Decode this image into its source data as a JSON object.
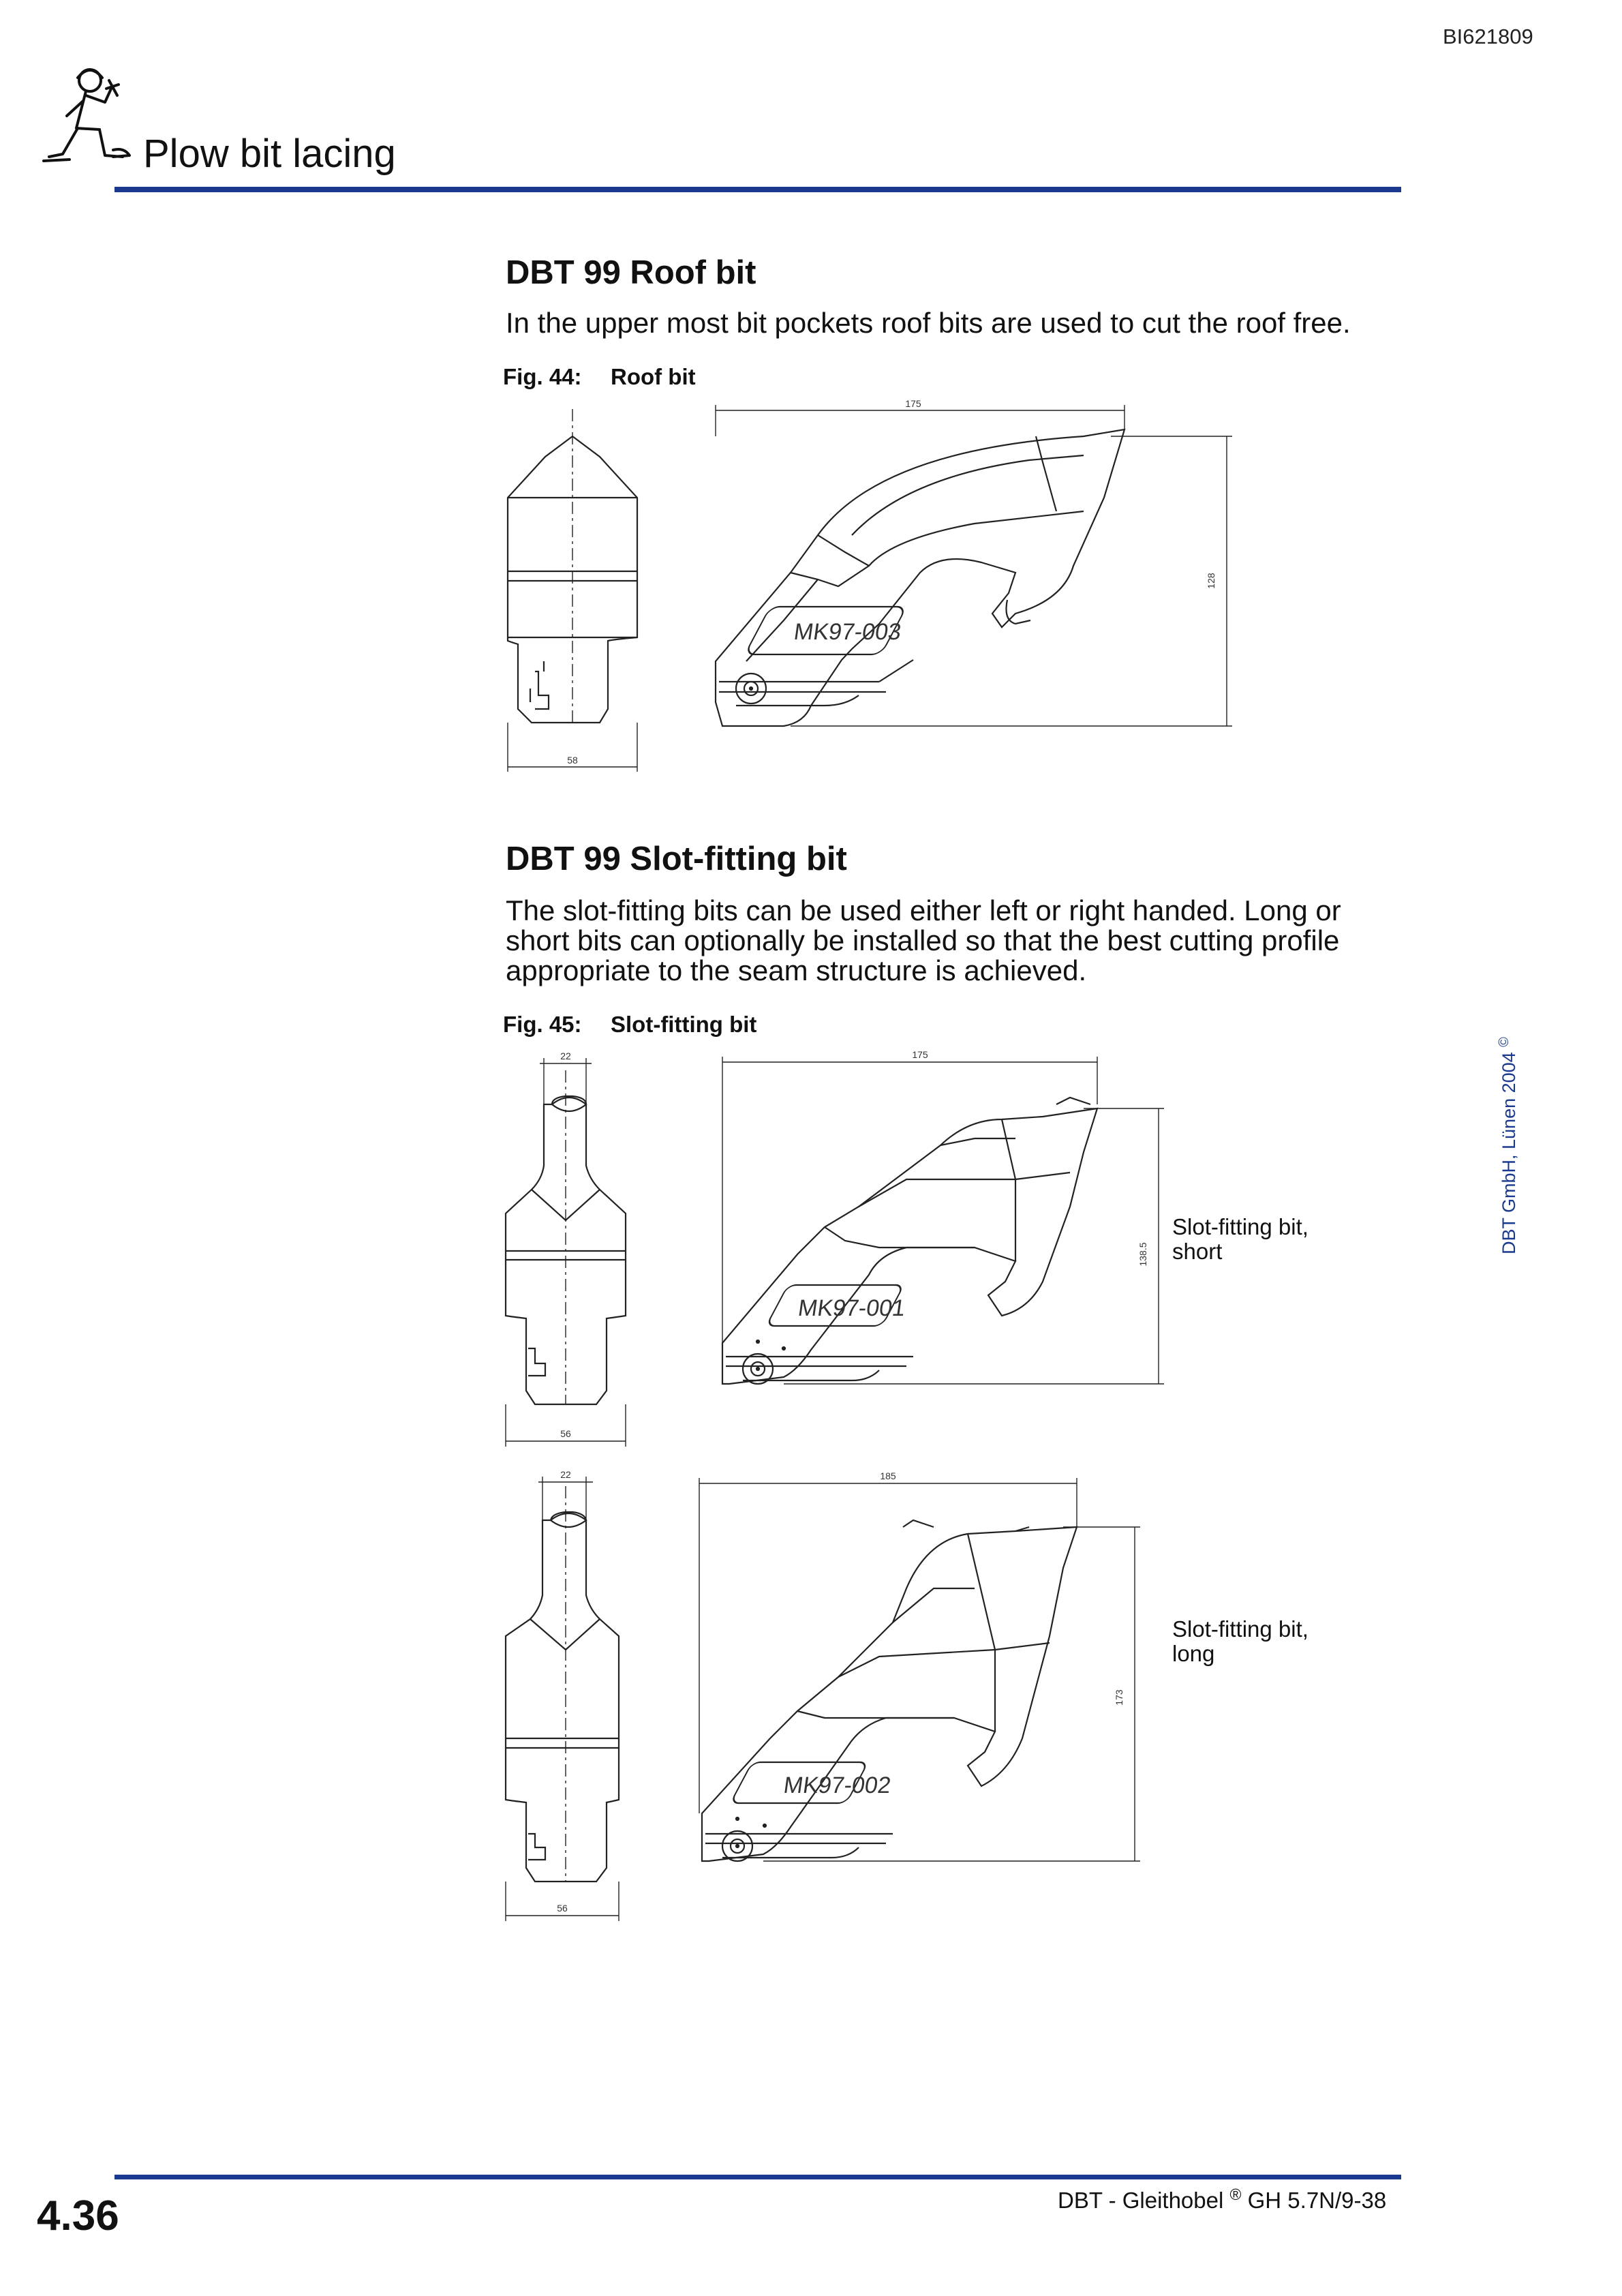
{
  "document_id": "BI621809",
  "header": {
    "title": "Plow bit lacing"
  },
  "sections": [
    {
      "heading": "DBT 99 Roof bit",
      "text": "In the upper most bit pockets roof bits are used to cut the roof free.",
      "figure": {
        "number": "Fig. 44:",
        "caption": "Roof bit",
        "dims": {
          "width_side": "175",
          "height": "128",
          "width_front": "58"
        },
        "marking": "MK97-003"
      }
    },
    {
      "heading": "DBT 99 Slot-fitting bit",
      "text": [
        "The slot-fitting bits can be used either left or right handed. Long or",
        "short bits can optionally be installed so that the best cutting profile",
        "appropriate to the seam structure is achieved."
      ],
      "figure": {
        "number": "Fig. 45:",
        "caption": "Slot-fitting bit",
        "short": {
          "label": [
            "Slot-fitting bit,",
            "short"
          ],
          "dims": {
            "top_front": "22",
            "width_side": "175",
            "height": "138.5",
            "width_front": "56"
          },
          "marking": "MK97-001"
        },
        "long": {
          "label": [
            "Slot-fitting bit,",
            "long"
          ],
          "dims": {
            "top_front": "22",
            "width_side": "185",
            "height": "173",
            "width_front": "56"
          },
          "marking": "MK97-002"
        }
      }
    }
  ],
  "copyright": {
    "symbol": "©",
    "text": "DBT GmbH, Lünen 2004"
  },
  "footer": {
    "page_number": "4.36",
    "product": "DBT - Gleithobel",
    "registered": "®",
    "model": "GH 5.7N/9-38"
  }
}
